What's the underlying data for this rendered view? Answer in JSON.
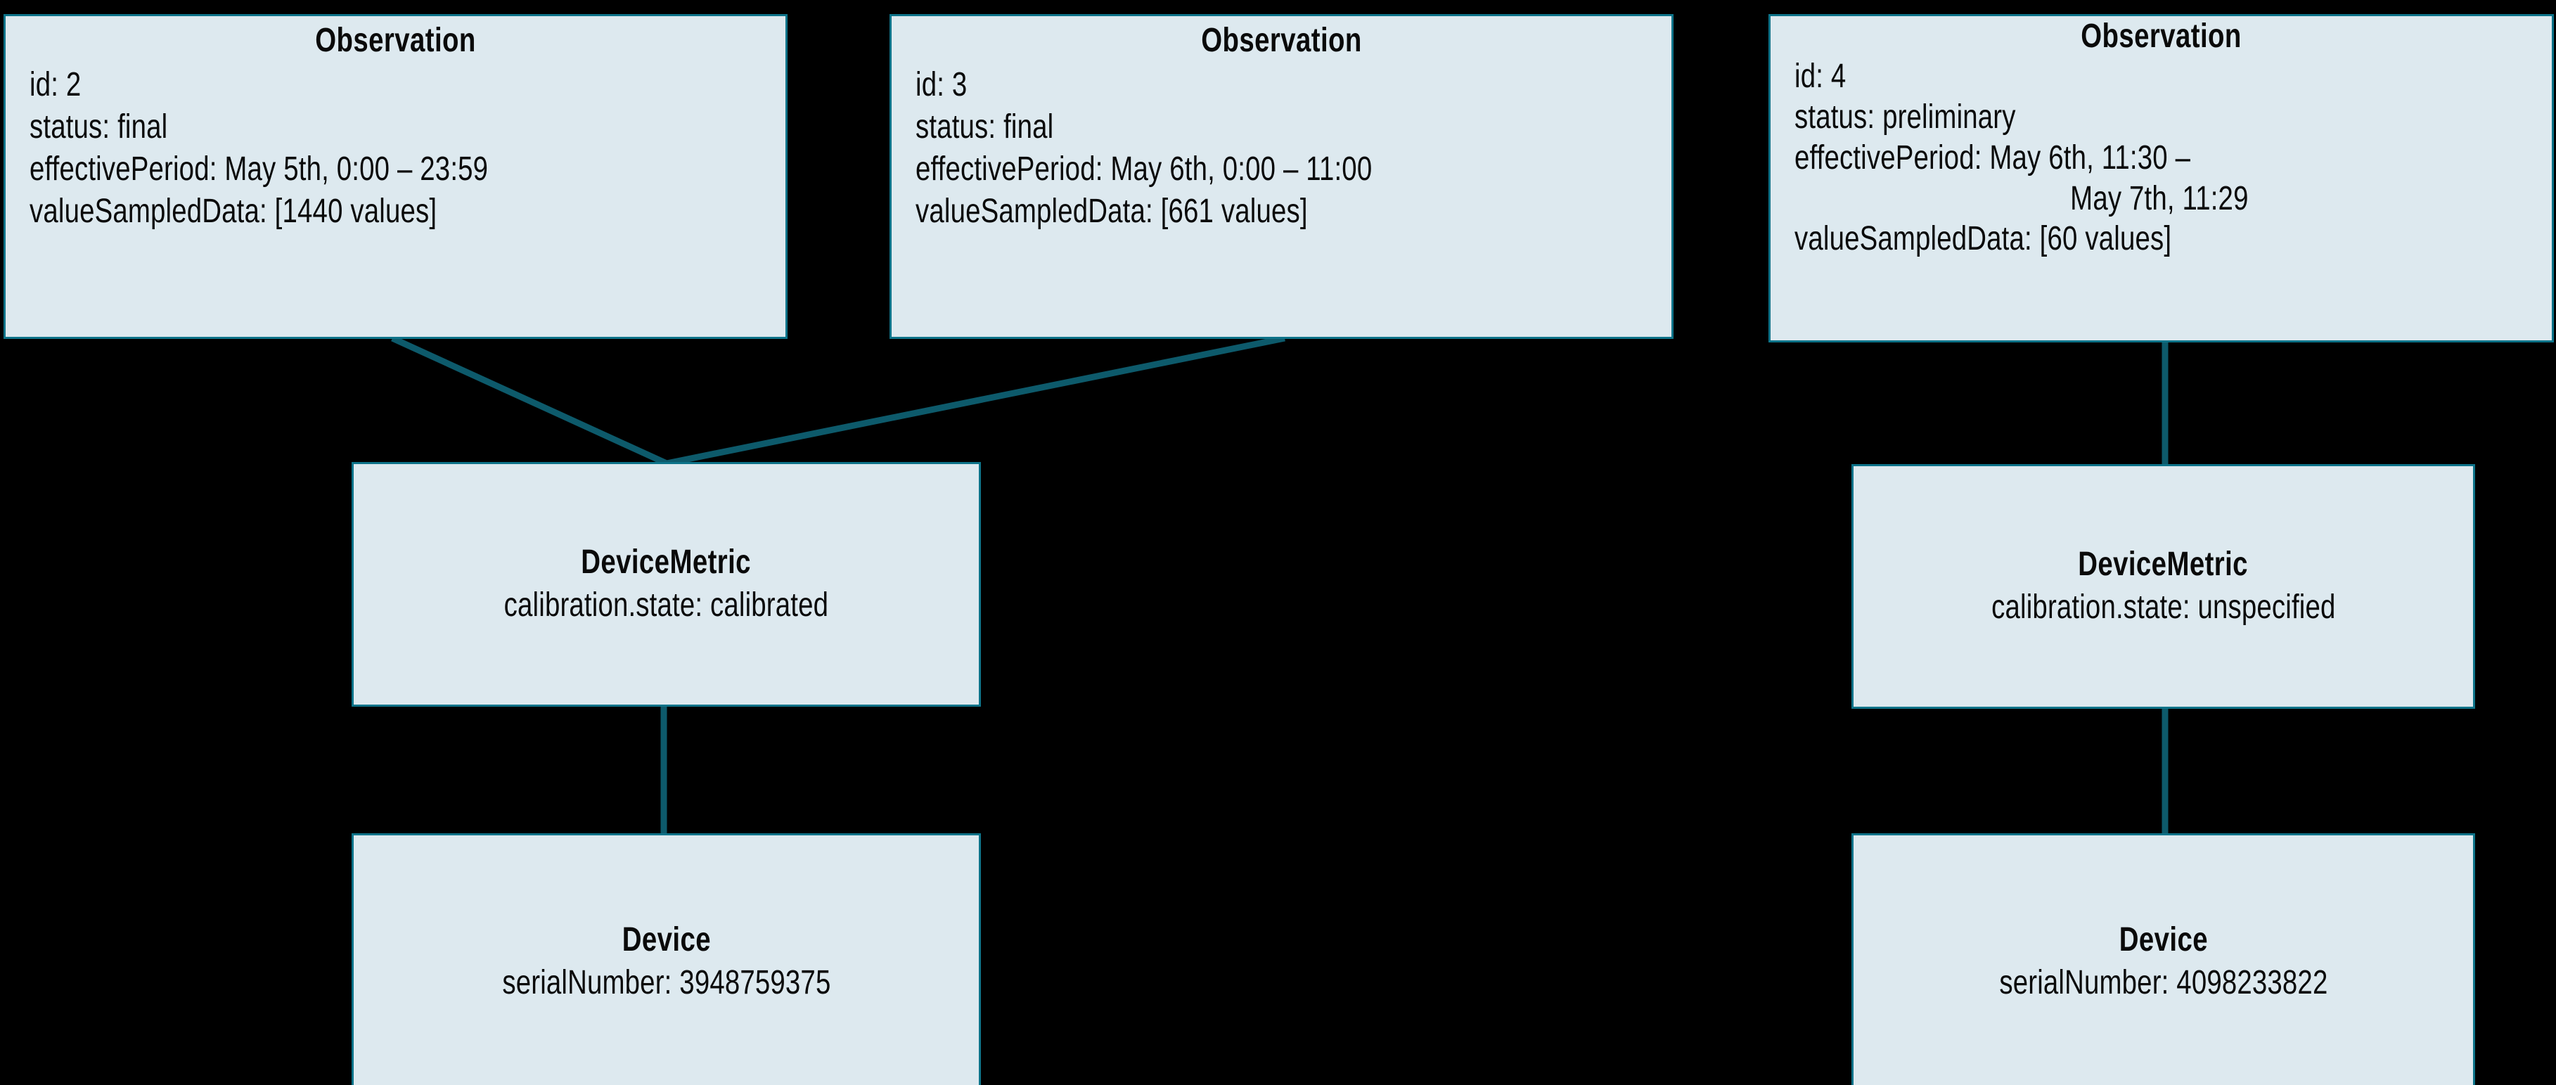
{
  "diagram": {
    "type": "entity-relationship",
    "background_color": "#000000",
    "node_fill_color": "#dde9ef",
    "node_border_color": "#0d7389",
    "connector_color": "#0d5a6b",
    "nodes": [
      {
        "id": "observation-2",
        "title": "Observation",
        "lines": [
          "id: 2",
          "status: final",
          "effectivePeriod: May 5th, 0:00 – 23:59",
          "valueSampledData: [1440 values]"
        ]
      },
      {
        "id": "observation-3",
        "title": "Observation",
        "lines": [
          "id: 3",
          "status: final",
          "effectivePeriod: May 6th, 0:00 – 11:00",
          "valueSampledData: [661 values]"
        ]
      },
      {
        "id": "observation-4",
        "title": "Observation",
        "lines": [
          "id: 4",
          "status: preliminary",
          "effectivePeriod: May 6th, 11:30 –",
          "May 7th, 11:29",
          "valueSampledData: [60 values]"
        ]
      },
      {
        "id": "devicemetric-calibrated",
        "title": "DeviceMetric",
        "lines": [
          "calibration.state: calibrated"
        ]
      },
      {
        "id": "devicemetric-unspecified",
        "title": "DeviceMetric",
        "lines": [
          "calibration.state: unspecified"
        ]
      },
      {
        "id": "device-3948759375",
        "title": "Device",
        "lines": [
          "serialNumber: 3948759375"
        ]
      },
      {
        "id": "device-4098233822",
        "title": "Device",
        "lines": [
          "serialNumber: 4098233822"
        ]
      }
    ],
    "edges": [
      {
        "from": "observation-2",
        "to": "devicemetric-calibrated"
      },
      {
        "from": "observation-3",
        "to": "devicemetric-calibrated"
      },
      {
        "from": "observation-4",
        "to": "devicemetric-unspecified"
      },
      {
        "from": "devicemetric-calibrated",
        "to": "device-3948759375"
      },
      {
        "from": "devicemetric-unspecified",
        "to": "device-4098233822"
      }
    ]
  }
}
